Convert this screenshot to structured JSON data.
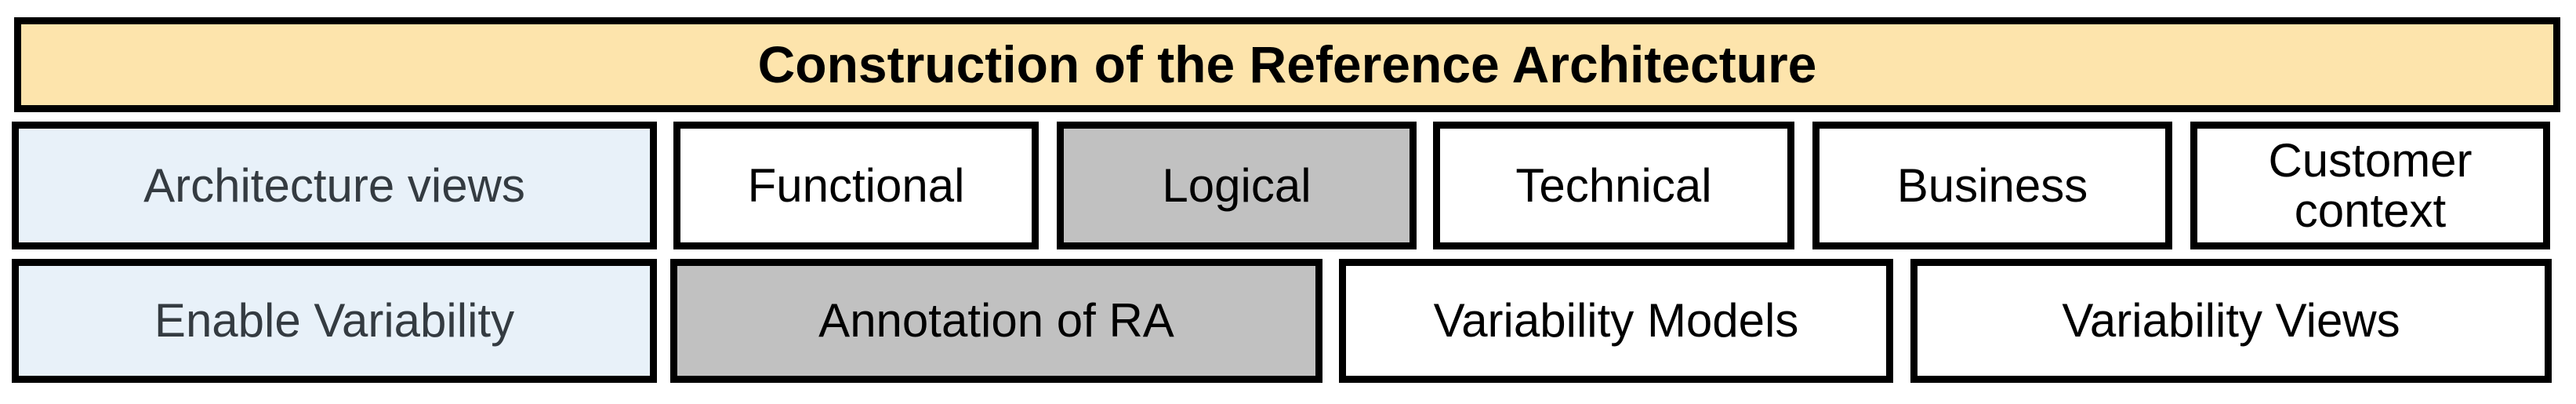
{
  "figure": {
    "title": "Construction of the Reference Architecture"
  },
  "colors": {
    "banner_fill": "#FDE4AC",
    "category_fill": "#E8F1F9",
    "highlight_fill": "#C1C1C1",
    "plain_fill": "#FFFFFF",
    "border": "#000000",
    "category_text": "#343B41",
    "label_text": "#000000"
  },
  "rows": [
    {
      "category": {
        "label": "Architecture views"
      },
      "items": [
        {
          "label": "Functional",
          "highlighted": false
        },
        {
          "label": "Logical",
          "highlighted": true
        },
        {
          "label": "Technical",
          "highlighted": false
        },
        {
          "label": "Business",
          "highlighted": false
        },
        {
          "label": "Customer context",
          "highlighted": false
        }
      ]
    },
    {
      "category": {
        "label": "Enable Variability"
      },
      "items": [
        {
          "label": "Annotation of RA",
          "highlighted": true
        },
        {
          "label": "Variability Models",
          "highlighted": false
        },
        {
          "label": "Variability Views",
          "highlighted": false
        }
      ]
    }
  ]
}
